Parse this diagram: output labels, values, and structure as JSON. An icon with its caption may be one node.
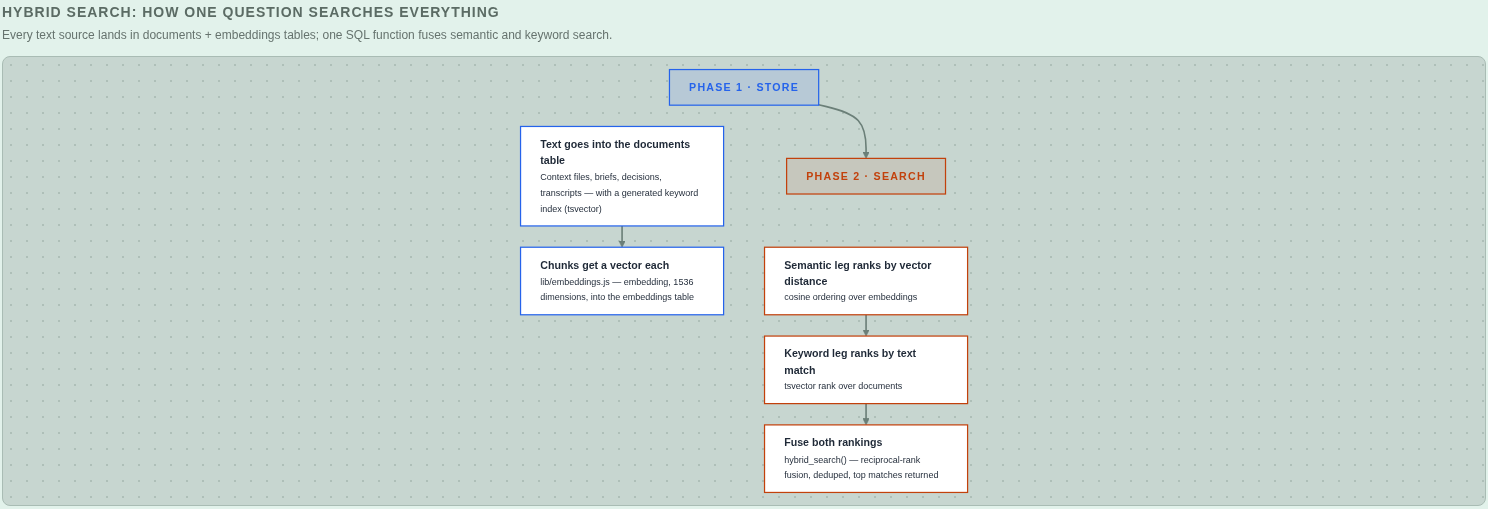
{
  "diagram": {
    "title": "HYBRID SEARCH: HOW ONE QUESTION SEARCHES EVERYTHING",
    "caption": "Every text source lands in documents + embeddings tables; one SQL function fuses semantic and keyword search.",
    "nodes": [
      {
        "text": [
          "PHASE 1 · STORE"
        ]
      },
      {
        "text": [
          "PHASE 2 · SEARCH"
        ]
      },
      {
        "text": [
          "Text goes into the documents table",
          "Context files, briefs, decisions, transcripts — with a generated keyword index (tsvector)"
        ]
      },
      {
        "text": [
          "Chunks get a vector each",
          "lib/embeddings.js — embedding, 1536 dimensions, into the embeddings table"
        ]
      },
      {
        "text": [
          "Semantic leg ranks by vector distance",
          "cosine ordering over embeddings"
        ]
      },
      {
        "text": [
          "Keyword leg ranks by text match",
          "tsvector rank over documents"
        ]
      },
      {
        "text": [
          "Fuse both rankings",
          "hybrid_search() — reciprocal-rank fusion, deduped, top matches returned"
        ]
      }
    ],
    "edges": [
      {
        "from": 0,
        "to": 1,
        "arrow": "to"
      },
      {
        "from": 2,
        "to": 3,
        "arrow": "to"
      },
      {
        "from": 4,
        "to": 5,
        "arrow": "to"
      },
      {
        "from": 5,
        "to": 6,
        "arrow": "to"
      }
    ]
  }
}
